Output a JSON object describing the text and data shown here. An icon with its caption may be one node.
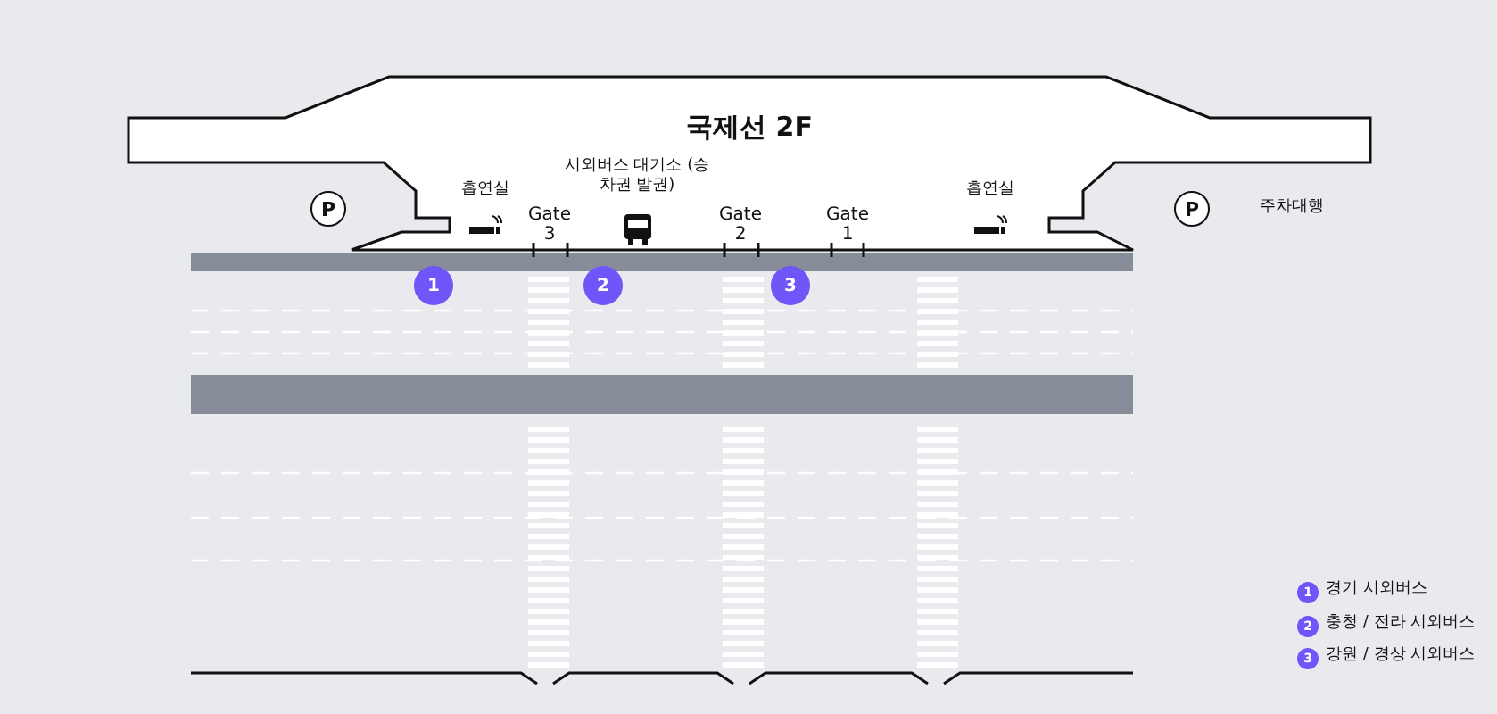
{
  "diagram": {
    "nodes": [
      {
        "text": [
          "국제선 2F"
        ]
      },
      {
        "text": [
          "P"
        ]
      },
      {
        "text": [
          "P"
        ]
      },
      {
        "text": [
          "1"
        ]
      },
      {
        "text": [
          "2"
        ]
      },
      {
        "text": [
          "3"
        ]
      }
    ],
    "labels": [
      "시외버스 대기소 (승차권 발권)",
      "흡연실",
      "흡연실",
      "주차대행",
      "Gate 3",
      "Gate 2",
      "Gate 1",
      "1",
      "2",
      "3"
    ],
    "legend": [
      {
        "text": "경기 시외버스",
        "color": "#6e56f8"
      },
      {
        "text": "충청 / 전라 시외버스",
        "color": "#6e56f8"
      },
      {
        "text": "강원 / 경상 시외버스",
        "color": "#6e56f8"
      }
    ]
  }
}
